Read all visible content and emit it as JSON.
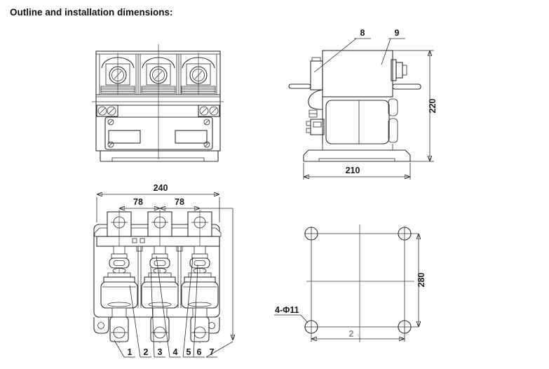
{
  "title": "Outline and installation dimensions:",
  "views": {
    "side": {
      "labels": {
        "p8": "8",
        "p9": "9"
      },
      "dims": {
        "height": "220",
        "depth": "210"
      }
    },
    "section": {
      "dims": {
        "width": "240",
        "pitch_left": "78",
        "pitch_right": "78"
      },
      "part_numbers": [
        "1",
        "2",
        "3",
        "4",
        "5",
        "6",
        "7"
      ]
    },
    "mounting": {
      "dims": {
        "height": "280",
        "partial_width": "2"
      },
      "hole_label": "4-Φ11"
    }
  },
  "colors": {
    "line": "#2e2e2e",
    "background": "#ffffff"
  }
}
